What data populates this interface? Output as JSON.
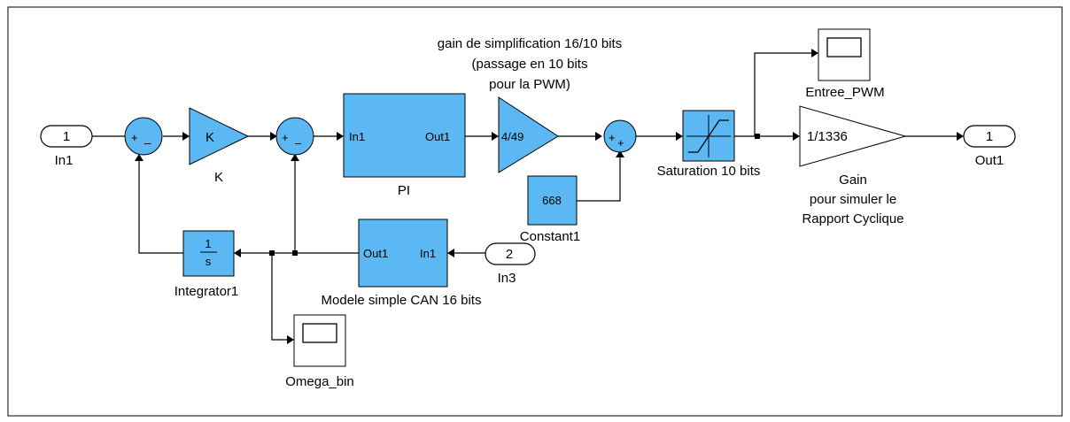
{
  "title_annotation": {
    "line1": "gain de simplification 16/10 bits",
    "line2": "(passage en 10 bits",
    "line3": "pour la PWM)"
  },
  "blocks": {
    "in1": {
      "number": "1",
      "name": "In1"
    },
    "in3": {
      "number": "2",
      "name": "In3"
    },
    "out1": {
      "number": "1",
      "name": "Out1"
    },
    "sum1": {
      "plus": "+",
      "minus": "–"
    },
    "sum2": {
      "plus": "+",
      "minus": "–"
    },
    "sum3": {
      "plus1": "+",
      "plus2": "+"
    },
    "gain_k": {
      "value": "K",
      "name": "K"
    },
    "pi": {
      "in_port": "In1",
      "out_port": "Out1",
      "name": "PI"
    },
    "gain_449": {
      "value": "4/49"
    },
    "constant1": {
      "value": "668",
      "name": "Constant1"
    },
    "saturation": {
      "name": "Saturation 10 bits"
    },
    "entree_pwm": {
      "name": "Entree_PWM"
    },
    "gain_out": {
      "value": "1/1336",
      "name_line1": "Gain",
      "name_line2": "pour simuler le",
      "name_line3": "Rapport Cyclique"
    },
    "can": {
      "in_port": "In1",
      "out_port": "Out1",
      "name": "Modele simple CAN 16 bits"
    },
    "integrator": {
      "num": "1",
      "den": "s",
      "name": "Integrator1"
    },
    "omega_bin": {
      "name": "Omega_bin"
    }
  },
  "colors": {
    "block_fill": "#5cb8f2",
    "background": "#ffffff"
  }
}
